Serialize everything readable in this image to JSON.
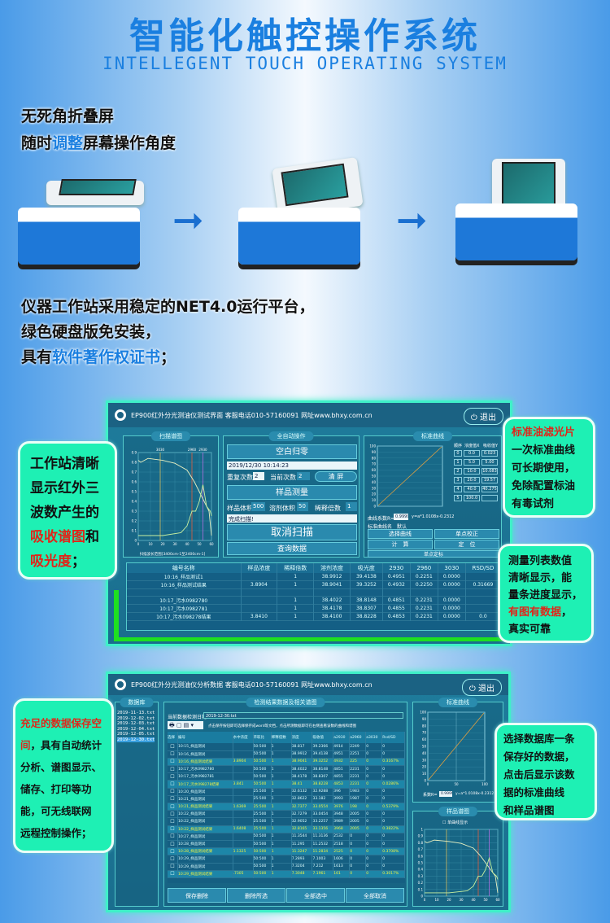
{
  "header": {
    "title": "智能化触控操作系统",
    "subtitle": "INTELLEGENT TOUCH OPERATING SYSTEM"
  },
  "feature1": {
    "line1": "无死角折叠屏",
    "line2_a": "随时",
    "line2_hl": "调整",
    "line2_b": "屏幕操作角度"
  },
  "feature2": {
    "line1": "仪器工作站采用稳定的NET4.0运行平台，",
    "line2": "绿色硬盘版免安装，",
    "line3_a": "具有",
    "line3_hl": "软件著作权证书",
    "line3_b": "；"
  },
  "colors": {
    "accent": "#1a7fe0",
    "callout": "#1ef0b4",
    "highlight": "#e0261a",
    "panel_border": "#3ff0c8"
  },
  "screen1": {
    "header": "EP900红外分光测油仪测试界面  客服电话010-57160091  网址www.bhxy.com.cn",
    "exit": "退出",
    "scan_title": "扫描谱图",
    "scan_xlabel": "扫描波长范围[3400cm-1至2400cm-1]",
    "scan_markers": [
      "3030",
      "2960",
      "2930"
    ],
    "scan_yticks": [
      "0.9",
      "0.8",
      "0.7",
      "0.6",
      "0.5",
      "0.4",
      "0.3",
      "0.2",
      "0.1",
      "0"
    ],
    "scan_xticks": [
      "0",
      "10",
      "20",
      "30",
      "40",
      "50",
      "60"
    ],
    "auto_title": "全自动操作",
    "blank_zero": "空白归零",
    "datetime": "2019/12/30 10:14:23",
    "repeat_label": "重复次数",
    "repeat_value": "2",
    "current_label": "当前次数",
    "current_value": "2",
    "clear": "清 屏",
    "measure": "样品测量",
    "sample_vol_label": "样品体积",
    "sample_vol": "500",
    "solvent_vol_label": "溶剂体积",
    "solvent_vol": "50",
    "dilution_label": "稀释倍数",
    "dilution": "1",
    "status_text": "完成扫描!",
    "cancel_scan": "取消扫描",
    "query": "查询数据",
    "std_title": "标准曲线",
    "std_table_headers": [
      "顺序",
      "浓度值X",
      "吸收值Y"
    ],
    "std_table": [
      [
        "0",
        "0.0",
        "0.023"
      ],
      [
        "1",
        "5.0",
        "5.00"
      ],
      [
        "2",
        "10.0",
        "10.083"
      ],
      [
        "3",
        "20.0",
        "19.57"
      ],
      [
        "4",
        "40.0",
        "40.275"
      ],
      [
        "5",
        "100.0",
        ""
      ]
    ],
    "coef_label": "曲线系数R=",
    "coef": "0.9999",
    "equation": "y=a*1.0108x-0.2312",
    "curve_name_label": "标准曲线名",
    "curve_name": "默认",
    "btn_select": "选择曲线",
    "btn_single_cal": "单点校正",
    "btn_calc": "计　算",
    "btn_locate": "定　位",
    "btn_single_std": "单点定标",
    "table_headers": [
      "编号名称",
      "样品浓度",
      "稀释倍数",
      "溶剂浓度",
      "吸光度",
      "2930",
      "2960",
      "3030",
      "RSD/SD"
    ],
    "rows": [
      [
        "10:16_样品测试1",
        "",
        "1",
        "38.9912",
        "39.4138",
        "0.4951",
        "0.2251",
        "0.0000",
        ""
      ],
      [
        "10:16_样品测试结果",
        "3.8904",
        "1",
        "38.9041",
        "39.3252",
        "0.4932",
        "0.2250",
        "0.0000",
        "0.31669"
      ],
      [
        "",
        "",
        "",
        "",
        "",
        "",
        "",
        "",
        ""
      ],
      [
        "10:17_污水0982780",
        "",
        "1",
        "38.4022",
        "38.8148",
        "0.4851",
        "0.2231",
        "0.0000",
        ""
      ],
      [
        "10:17_污水0982781",
        "",
        "1",
        "38.4178",
        "38.8307",
        "0.4855",
        "0.2231",
        "0.0000",
        ""
      ],
      [
        "10:17_污水098278结果",
        "3.8410",
        "1",
        "38.4100",
        "38.8228",
        "0.4853",
        "0.2231",
        "0.0000",
        "0.0"
      ]
    ]
  },
  "callout_left1": {
    "l1": "工作站清晰",
    "l2": "显示红外三",
    "l3": "波数产生的",
    "l4_red": "吸收谱图",
    "l4_b": "和",
    "l5_red": "吸光度",
    "l5_b": "；"
  },
  "callout_right1": {
    "red": "标准油滤光片",
    "l2": "一次标准曲线",
    "l3": "可长期使用，",
    "l4": "免除配置标油",
    "l5": "有毒试剂"
  },
  "callout_right2": {
    "l1": "测量列表数值",
    "l2": "清晰显示，能",
    "l3": "量条进度显示，",
    "l4_red": "有图有数据",
    "l4_b": "，",
    "l5": "真实可靠"
  },
  "screen2": {
    "header": "EP900红外分光测油仪分析数据  客服电话010-57160091  网址www.bhxy.com.cn",
    "exit": "退出",
    "db_title": "数据库",
    "files": [
      "2019-11-13.txt",
      "2019-12-02.txt",
      "2019-12-03.txt",
      "2019-12-04.txt",
      "2019-12-05.txt",
      "2019-12-30.txt"
    ],
    "results_title": "检测结果数据及相关谱图",
    "date_label": "当前数据检测日期",
    "date_value": "2019-12-30.txt",
    "hint": "点击保存按钮即可选择保存成word等文档，点击所测数据即可在右侧查看该数的曲线和谱图",
    "table_headers": [
      "选择",
      "编号",
      "水中浓度",
      "萃取比",
      "稀释倍数",
      "浓度",
      "吸收值",
      "a2930",
      "a2960",
      "a3030",
      "Rsd/SD"
    ],
    "rows": [
      [
        "10:15_样品测试",
        "",
        "50:500",
        "1",
        "38.817",
        "39.2366",
        "4914",
        "2249",
        "0",
        "0"
      ],
      [
        "10:16_样品测试",
        "",
        "50:500",
        "1",
        "38.9912",
        "39.4138",
        "4951",
        "2251",
        "0",
        "0"
      ],
      [
        "10:16_样品测试结果",
        "3.8904",
        "50:500",
        "1",
        "38.9041",
        "39.3252",
        "4932",
        "225",
        "0",
        "0.3167%"
      ],
      [
        "10:17_污水0982780",
        "",
        "50:500",
        "1",
        "38.4022",
        "38.8148",
        "4851",
        "2231",
        "0",
        "0"
      ],
      [
        "10:17_污水0982781",
        "",
        "50:500",
        "1",
        "38.4178",
        "38.8307",
        "4855",
        "2231",
        "0",
        "0"
      ],
      [
        "10:17_污水098278结果",
        "3.841",
        "50:500",
        "1",
        "38.41",
        "38.8228",
        "4853",
        "2231",
        "0",
        "0.0286%"
      ],
      [
        "10:20_样品测试",
        "",
        "25:500",
        "1",
        "32.6132",
        "32.9288",
        "396",
        "1983",
        "0",
        "0"
      ],
      [
        "10:21_样品测试",
        "",
        "25:500",
        "1",
        "32.8622",
        "33.182",
        "3993",
        "1987",
        "0",
        "0"
      ],
      [
        "10:21_样品测试结果",
        "1.6369",
        "25:500",
        "1",
        "32.7377",
        "33.0554",
        "3976",
        "198",
        "0",
        "0.5379%"
      ],
      [
        "10:22_样品测试",
        "",
        "25:500",
        "1",
        "32.7279",
        "33.0454",
        "3948",
        "2005",
        "0",
        "0"
      ],
      [
        "10:22_样品测试",
        "",
        "25:500",
        "1",
        "32.9052",
        "33.2257",
        "3989",
        "2005",
        "0",
        "0"
      ],
      [
        "10:22_样品测试结果",
        "1.6408",
        "25:500",
        "1",
        "32.8165",
        "33.1356",
        "3968",
        "2005",
        "0",
        "0.3822%"
      ],
      [
        "10:27_样品测试",
        "",
        "50:500",
        "1",
        "11.3544",
        "11.3136",
        "2532",
        "0",
        "0",
        "0"
      ],
      [
        "10:28_样品测试",
        "",
        "50:500",
        "1",
        "11.295",
        "11.2532",
        "2518",
        "0",
        "0",
        "0"
      ],
      [
        "10:28_样品测试结果",
        "1.1325",
        "50:500",
        "1",
        "11.3247",
        "11.2834",
        "2525",
        "0",
        "0",
        "0.3708%"
      ],
      [
        "10:29_样品测试",
        "",
        "50:500",
        "1",
        "7.2893",
        "7.1003",
        "1606",
        "0",
        "0",
        "0"
      ],
      [
        "10:29_样品测试",
        "",
        "50:500",
        "1",
        "7.3204",
        "7.212",
        "1613",
        "0",
        "0",
        "0"
      ],
      [
        "10:29_样品测试结果",
        ".7305",
        "50:500",
        "1",
        "7.3048",
        "7.1961",
        "161",
        "0",
        "0",
        "0.3017%"
      ]
    ],
    "result_rows": [
      2,
      5,
      8,
      11,
      14,
      17
    ],
    "btn_save_delete": "保存删除",
    "btn_delete_selected": "删除所选",
    "btn_select_all": "全部选中",
    "btn_cancel_all": "全部取消",
    "std_title": "标准曲线",
    "std_yticks": [
      "100",
      "90",
      "80",
      "70",
      "60",
      "50",
      "40",
      "30",
      "20",
      "10",
      "0"
    ],
    "std_xticks": [
      "0",
      "50",
      "100"
    ],
    "coef_label": "系数R=",
    "coef": "0.9999",
    "equation": "y=a*1.0108x-0.2312",
    "spec_title": "样品谱图",
    "single_curve": "单曲线显示",
    "spec_yticks": [
      "1",
      "0.9",
      "0.8",
      "0.7",
      "0.6",
      "0.5",
      "0.4",
      "0.3",
      "0.2",
      "0.1",
      "0"
    ],
    "spec_xticks": [
      "0",
      "10",
      "20",
      "30",
      "40",
      "50",
      "60"
    ]
  },
  "callout_left2": {
    "red": "充足的数据保存空间",
    "l1_b": "，具有自动统计",
    "l2": "分析、谱图显示、",
    "l3": "储存、打印等功",
    "l4": "能，可无线联网",
    "l5": "远程控制操作；"
  },
  "callout_right3": {
    "l1": "选择数据库一条",
    "l2": "保存好的数据，",
    "l3": "点击后显示该数",
    "l4": "据的标准曲线",
    "l5": "和样品谱图"
  }
}
